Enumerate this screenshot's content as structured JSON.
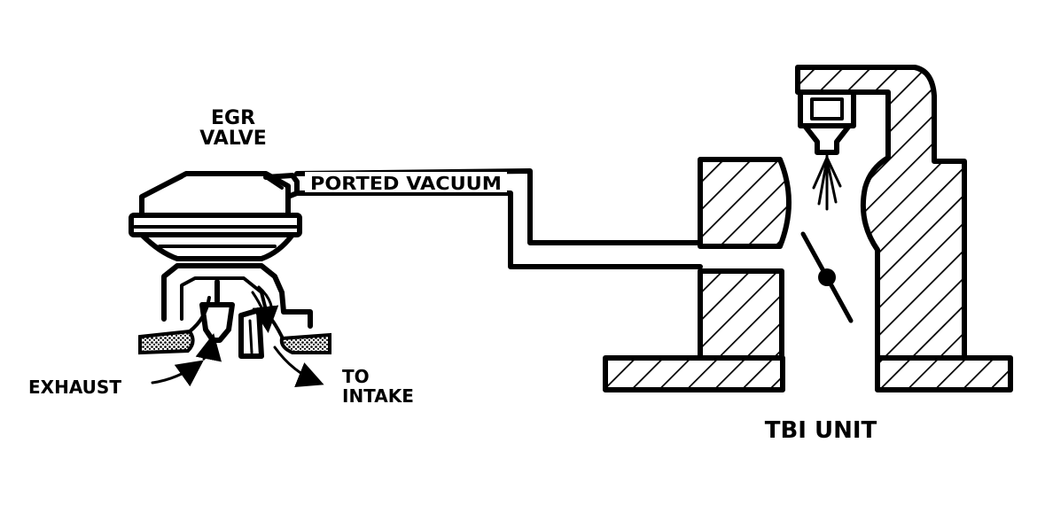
{
  "labels": {
    "egr_line1": "EGR",
    "egr_line2": "VALVE",
    "ported_vacuum": "PORTED VACUUM",
    "exhaust": "EXHAUST",
    "to_intake_line1": "TO",
    "to_intake_line2": "INTAKE",
    "tbi_unit": "TBI UNIT"
  },
  "colors": {
    "ink": "#000000",
    "paper": "#ffffff"
  }
}
